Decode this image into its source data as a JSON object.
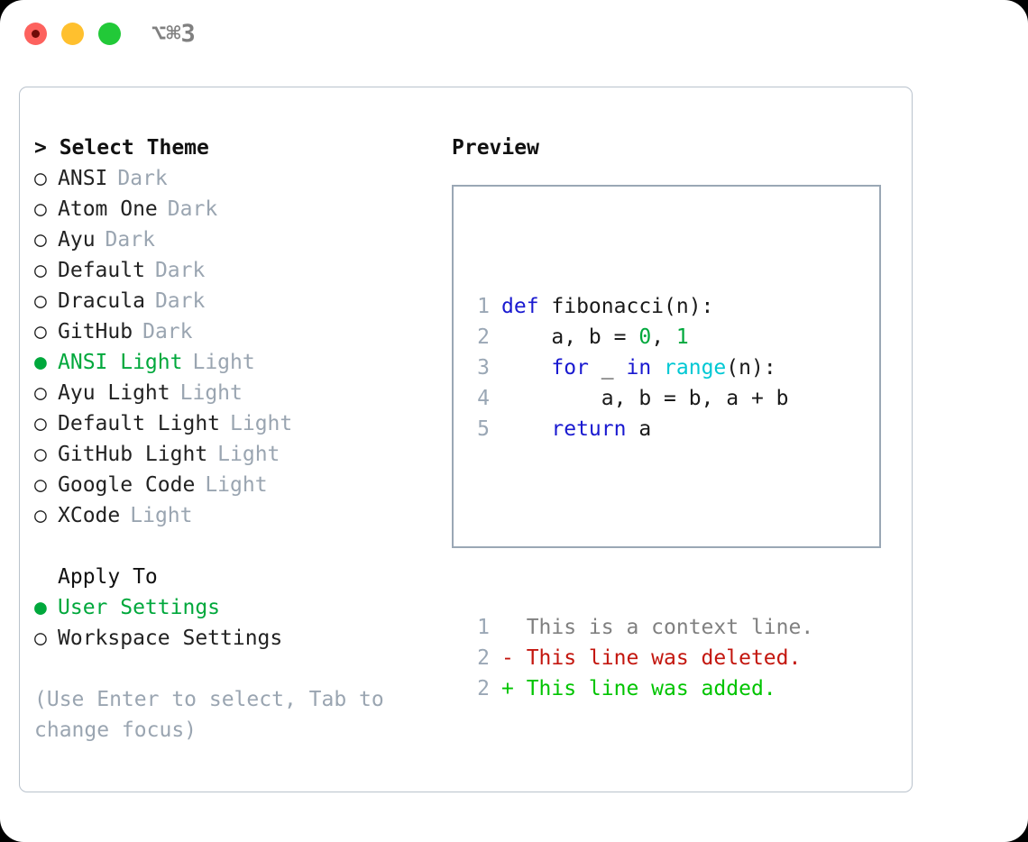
{
  "titlebar": {
    "lights": [
      "close-red",
      "minimize-yellow",
      "maximize-green"
    ],
    "shortcut": "⌥⌘3"
  },
  "left": {
    "heading": "> Select Theme",
    "bullet_unselected": "○",
    "bullet_selected": "●",
    "themes": [
      {
        "name": "ANSI",
        "kind": "Dark",
        "selected": false
      },
      {
        "name": "Atom One",
        "kind": "Dark",
        "selected": false
      },
      {
        "name": "Ayu",
        "kind": "Dark",
        "selected": false
      },
      {
        "name": "Default",
        "kind": "Dark",
        "selected": false
      },
      {
        "name": "Dracula",
        "kind": "Dark",
        "selected": false
      },
      {
        "name": "GitHub",
        "kind": "Dark",
        "selected": false
      },
      {
        "name": "ANSI Light",
        "kind": "Light",
        "selected": true
      },
      {
        "name": "Ayu Light",
        "kind": "Light",
        "selected": false
      },
      {
        "name": "Default Light",
        "kind": "Light",
        "selected": false
      },
      {
        "name": "GitHub Light",
        "kind": "Light",
        "selected": false
      },
      {
        "name": "Google Code",
        "kind": "Light",
        "selected": false
      },
      {
        "name": "XCode",
        "kind": "Light",
        "selected": false
      }
    ],
    "apply_to_title": "Apply To",
    "apply_options": [
      {
        "label": "User Settings",
        "selected": true
      },
      {
        "label": "Workspace Settings",
        "selected": false
      }
    ],
    "hint": "(Use Enter to select, Tab to change focus)"
  },
  "right": {
    "title": "Preview",
    "code_lines": [
      {
        "no": "1",
        "tokens": [
          {
            "t": "def ",
            "c": "kw"
          },
          {
            "t": "fibonacci(n):",
            "c": "txt"
          }
        ]
      },
      {
        "no": "2",
        "tokens": [
          {
            "t": "    a, b = ",
            "c": "txt"
          },
          {
            "t": "0",
            "c": "num"
          },
          {
            "t": ", ",
            "c": "txt"
          },
          {
            "t": "1",
            "c": "num"
          }
        ]
      },
      {
        "no": "3",
        "tokens": [
          {
            "t": "    ",
            "c": "txt"
          },
          {
            "t": "for",
            "c": "kw"
          },
          {
            "t": " _ ",
            "c": "txt"
          },
          {
            "t": "in",
            "c": "kw"
          },
          {
            "t": " ",
            "c": "txt"
          },
          {
            "t": "range",
            "c": "fn"
          },
          {
            "t": "(n):",
            "c": "txt"
          }
        ]
      },
      {
        "no": "4",
        "tokens": [
          {
            "t": "        a, b = b, a + b",
            "c": "txt"
          }
        ]
      },
      {
        "no": "5",
        "tokens": [
          {
            "t": "    ",
            "c": "txt"
          },
          {
            "t": "return",
            "c": "kw"
          },
          {
            "t": " a",
            "c": "txt"
          }
        ]
      }
    ],
    "diff_lines": [
      {
        "no": "1",
        "tokens": [
          {
            "t": "  This is a context line.",
            "c": "ctx"
          }
        ]
      },
      {
        "no": "2",
        "tokens": [
          {
            "t": "- This line was deleted.",
            "c": "del"
          }
        ]
      },
      {
        "no": "2",
        "tokens": [
          {
            "t": "+ This line was added.",
            "c": "add"
          }
        ]
      }
    ]
  },
  "colors": {
    "selected_green": "#00a83c",
    "muted_gray": "#9aa5b1",
    "keyword_blue": "#1919d0",
    "function_cyan": "#00c8d4",
    "number_green": "#00a83c",
    "diff_deleted_red": "#c3160e",
    "diff_added_green": "#00c400",
    "border_gray": "#9aa7b5",
    "frame_border": "#b9c2cc"
  }
}
